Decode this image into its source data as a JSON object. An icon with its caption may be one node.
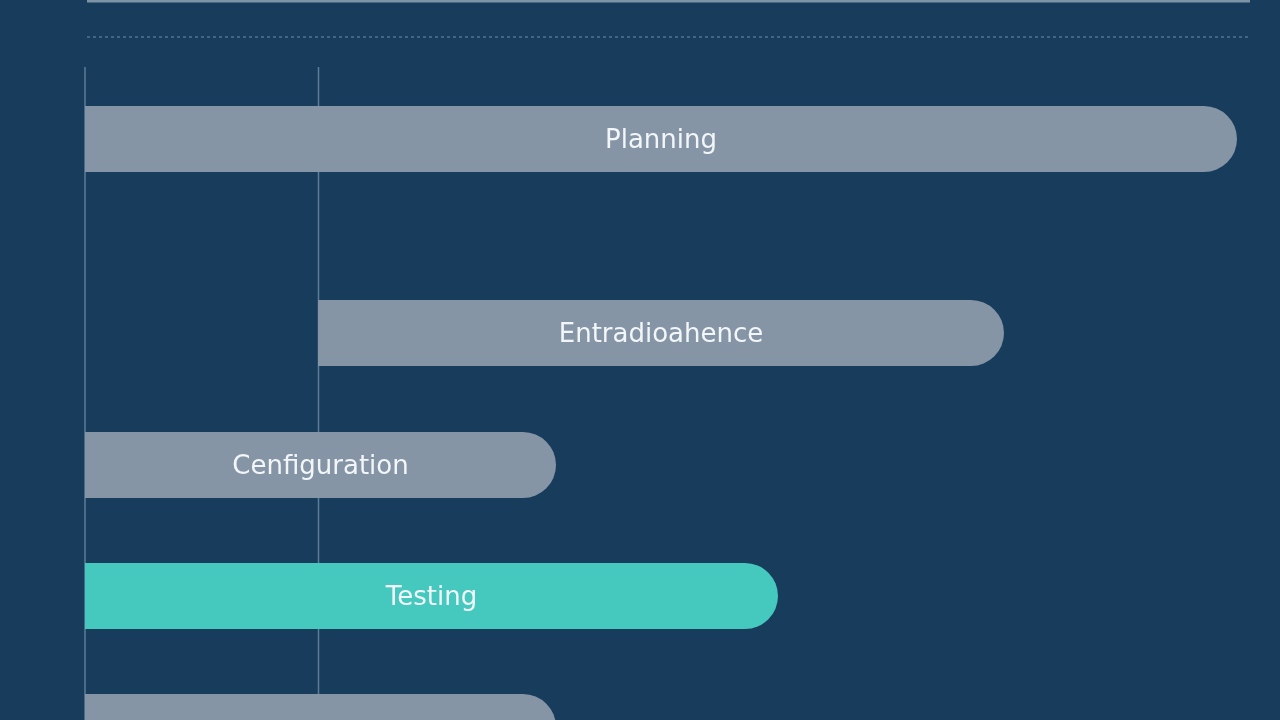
{
  "diagram": {
    "nodes": [
      {
        "text": [
          "Planning"
        ]
      },
      {
        "text": [
          "Entradioahence"
        ]
      },
      {
        "text": [
          "Cenfiguration"
        ]
      },
      {
        "text": [
          "Testing"
        ]
      },
      {
        "text": [],
        "shape": "bar"
      }
    ]
  }
}
